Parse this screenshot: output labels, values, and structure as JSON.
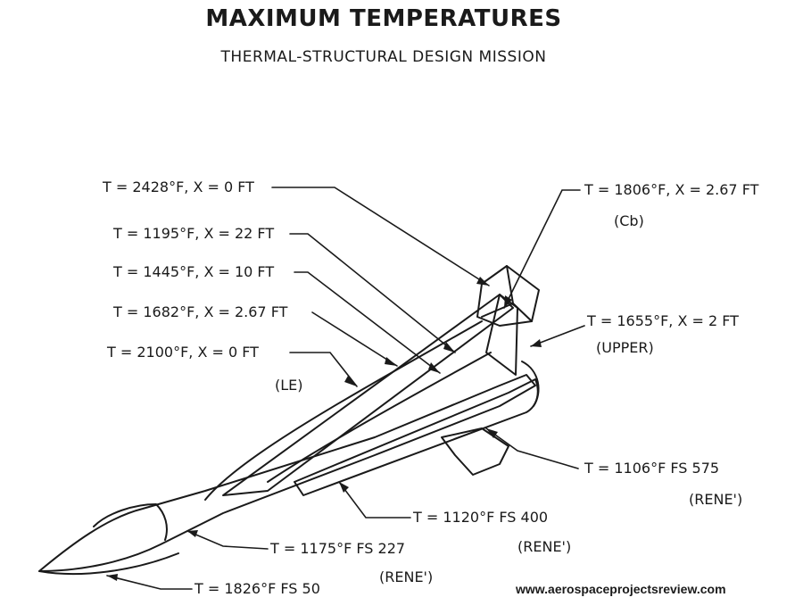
{
  "title": "MAXIMUM TEMPERATURES",
  "subtitle": "THERMAL-STRUCTURAL DESIGN MISSION",
  "labels": [
    {
      "text": "T = 2428°F, X = 0 FT"
    },
    {
      "text": "T = 1195°F, X = 22 FT"
    },
    {
      "text": "T = 1445°F, X = 10 FT"
    },
    {
      "text": "T = 1682°F, X = 2.67 FT"
    },
    {
      "text": "T = 2100°F, X = 0 FT",
      "sub": "(LE)"
    },
    {
      "text": "T = 1806°F, X = 2.67 FT",
      "sub": "(Cb)"
    },
    {
      "text": "T = 1655°F, X = 2 FT",
      "sub": "(UPPER)"
    },
    {
      "text": "T = 1106°F   FS 575",
      "sub": "(RENE')"
    },
    {
      "text": "T = 1120°F   FS 400",
      "sub": "(RENE')"
    },
    {
      "text": "T = 1175°F   FS 227",
      "sub": "(RENE')"
    },
    {
      "text": "T = 1826°F   FS 50"
    }
  ],
  "credit": "www.aerospaceprojectsreview.com"
}
